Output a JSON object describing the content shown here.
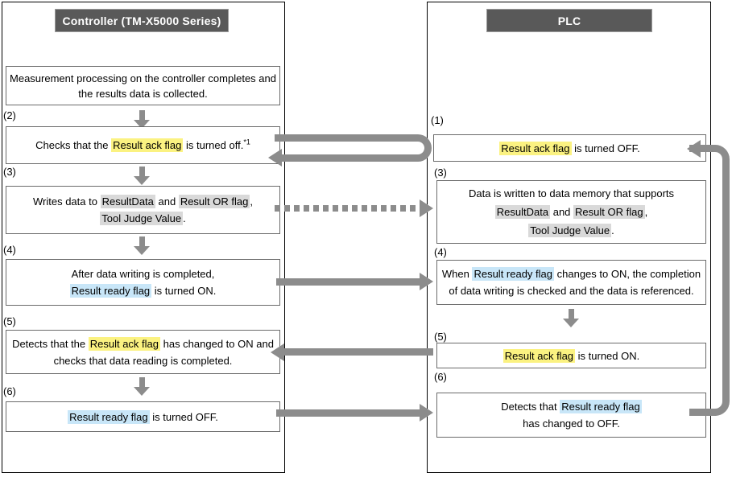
{
  "controller": {
    "header": "Controller (TM-X5000 Series)",
    "box1": {
      "line1": "Measurement processing on the controller completes and",
      "line2": "the results data is collected."
    },
    "step2": {
      "label": "(2)",
      "pre": "Checks that the ",
      "highlight": "Result ack flag",
      "post": " is turned off.",
      "footnote": "*1"
    },
    "step3": {
      "label": "(3)",
      "pre": "Writes data to ",
      "highlight1": "ResultData",
      "mid": " and ",
      "highlight2": "Result OR flag",
      "sep": ",",
      "highlight3": "Tool Judge Value",
      "end": "."
    },
    "step4": {
      "label": "(4)",
      "line1": "After data writing is completed,",
      "highlight": "Result ready flag",
      "post": " is turned ON."
    },
    "step5": {
      "label": "(5)",
      "pre": "Detects that the ",
      "highlight": "Result ack flag",
      "post": " has changed to ON and",
      "line2": "checks that data reading is completed."
    },
    "step6": {
      "label": "(6)",
      "highlight": "Result ready flag",
      "post": " is turned OFF."
    }
  },
  "plc": {
    "header": "PLC",
    "step1": {
      "label": "(1)",
      "highlight": "Result ack flag",
      "post": " is turned OFF."
    },
    "step3": {
      "label": "(3)",
      "line1": "Data is written to data memory that supports",
      "highlight1": "ResultData",
      "mid": " and ",
      "highlight2": "Result OR flag",
      "sep": ",",
      "highlight3": "Tool Judge Value",
      "end": "."
    },
    "step4": {
      "label": "(4)",
      "pre": "When ",
      "highlight": "Result ready flag",
      "post": " changes to ON, the completion",
      "line2": "of data writing is checked and the data is referenced."
    },
    "step5": {
      "label": "(5)",
      "highlight": "Result ack flag",
      "post": " is turned ON."
    },
    "step6": {
      "label": "(6)",
      "pre": "Detects that ",
      "highlight": "Result ready flag",
      "line2": "has changed to OFF."
    }
  },
  "colors": {
    "header_bg": "#595959",
    "arrow": "#8C8C8C",
    "highlight_yellow": "#FBF281",
    "highlight_gray": "#D9D9D9",
    "highlight_blue": "#C8E6F8"
  }
}
